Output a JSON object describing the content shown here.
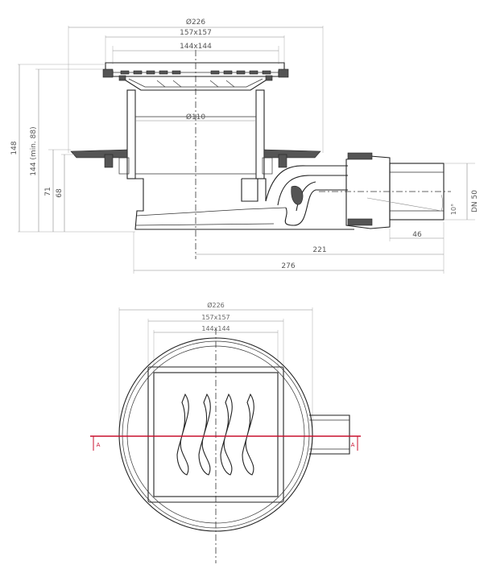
{
  "side_view": {
    "dim_top_diameter": "Ø226",
    "dim_frame_outer": "157x157",
    "dim_frame_inner": "144x144",
    "dim_pipe_diameter": "Ø110",
    "dim_total_height": "148",
    "dim_height_min": "144 (min. 88)",
    "dim_flange_height": "71",
    "dim_flange_height_inner": "68",
    "dim_outlet": "DN 50",
    "dim_slope_angle": "10°",
    "dim_outlet_length": "46",
    "dim_outlet_offset": "221",
    "dim_total_length": "276"
  },
  "top_view": {
    "dim_top_diameter": "Ø226",
    "dim_frame_outer": "157x157",
    "dim_frame_inner": "144x144",
    "section_mark_left": "A",
    "section_mark_right": "A"
  },
  "colors": {
    "section_line": "#c8102e",
    "outline": "#222222",
    "dimension": "#888888"
  }
}
